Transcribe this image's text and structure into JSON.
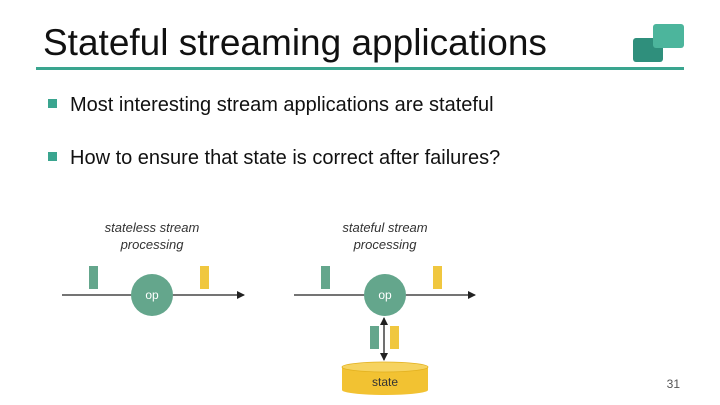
{
  "slide": {
    "title": "Stateful streaming applications",
    "bullets": [
      "Most interesting stream applications are stateful",
      "How to ensure that state is correct after failures?"
    ],
    "page_number": "31"
  },
  "diagram": {
    "stateless": {
      "label_line1": "stateless stream",
      "label_line2": "processing",
      "operator": "op"
    },
    "stateful": {
      "label_line1": "stateful stream",
      "label_line2": "processing",
      "operator": "op",
      "store": "state"
    },
    "colors": {
      "accent": "#3aa58f",
      "operator": "#64a68c",
      "record_green": "#64a68c",
      "record_yellow": "#f0c73f",
      "store": "#f2c232"
    }
  }
}
